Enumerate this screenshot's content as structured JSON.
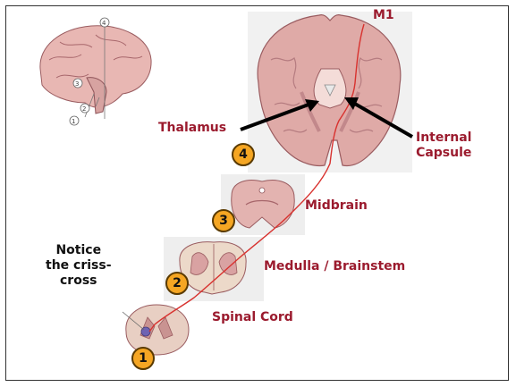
{
  "labels": {
    "m1": "M1",
    "thalamus": "Thalamus",
    "internal_capsule_line1": "Internal",
    "internal_capsule_line2": "Capsule",
    "midbrain": "Midbrain",
    "medulla": "Medulla / Brainstem",
    "spinal_cord": "Spinal Cord",
    "notice_line1": "Notice",
    "notice_line2": "the criss-",
    "notice_line3": "cross"
  },
  "steps": [
    "1",
    "2",
    "3",
    "4"
  ],
  "inset_markers": [
    "1",
    "2",
    "3",
    "4"
  ],
  "colors": {
    "label_red": "#9b1b2e",
    "badge_orange": "#f5a623",
    "pathway_red": "#d8322f",
    "tissue_pink": "#e6b8b5",
    "tissue_dark": "#b97f84"
  }
}
